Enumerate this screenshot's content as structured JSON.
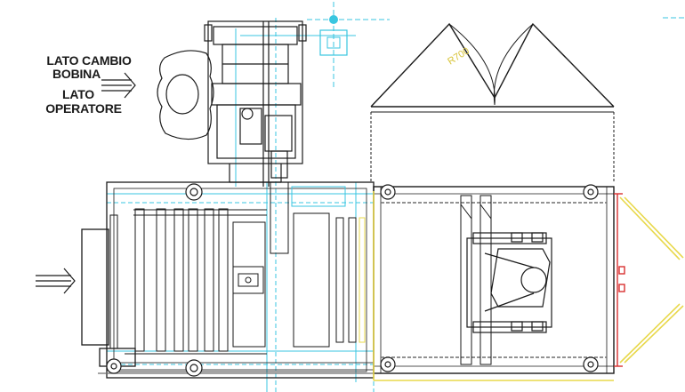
{
  "labels": {
    "side_line1": "LATO CAMBIO",
    "side_line2": "BOBINA",
    "operator_line1": "LATO",
    "operator_line2": "OPERATORE",
    "radius": "R700"
  },
  "colors": {
    "line": "#1a1a1a",
    "cyan": "#38c6e0",
    "yellow": "#e8d84a",
    "red": "#d83030",
    "gray": "#6f6f6f"
  }
}
